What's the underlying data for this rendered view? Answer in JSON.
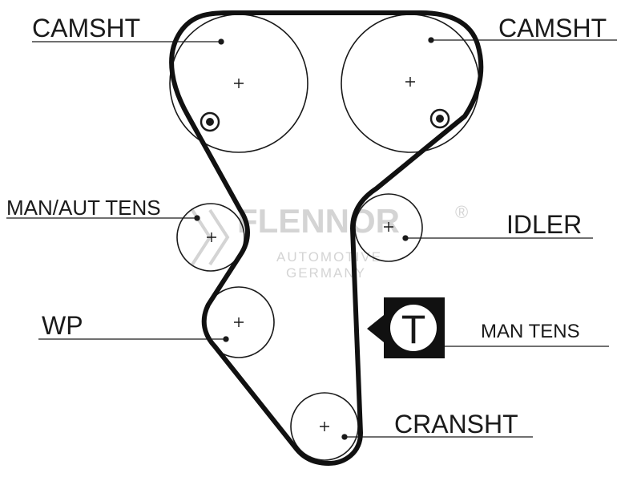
{
  "labels": {
    "camshaft_left": "CAMSHT",
    "camshaft_right": "CAMSHT",
    "man_aut_tens": "MAN/AUT TENS",
    "idler": "IDLER",
    "water_pump": "WP",
    "man_tens": "MAN TENS",
    "crankshaft": "CRANSHT"
  },
  "tool_marker": {
    "letter": "T"
  },
  "watermark": {
    "brand": "FLENNOR",
    "registered": "®",
    "line1": "AUTOMOTIVE",
    "line2": "GERMANY"
  },
  "colors": {
    "ink": "#1a1a1a",
    "belt": "#111111",
    "watermark": "#d4d4d4",
    "background": "#ffffff"
  }
}
